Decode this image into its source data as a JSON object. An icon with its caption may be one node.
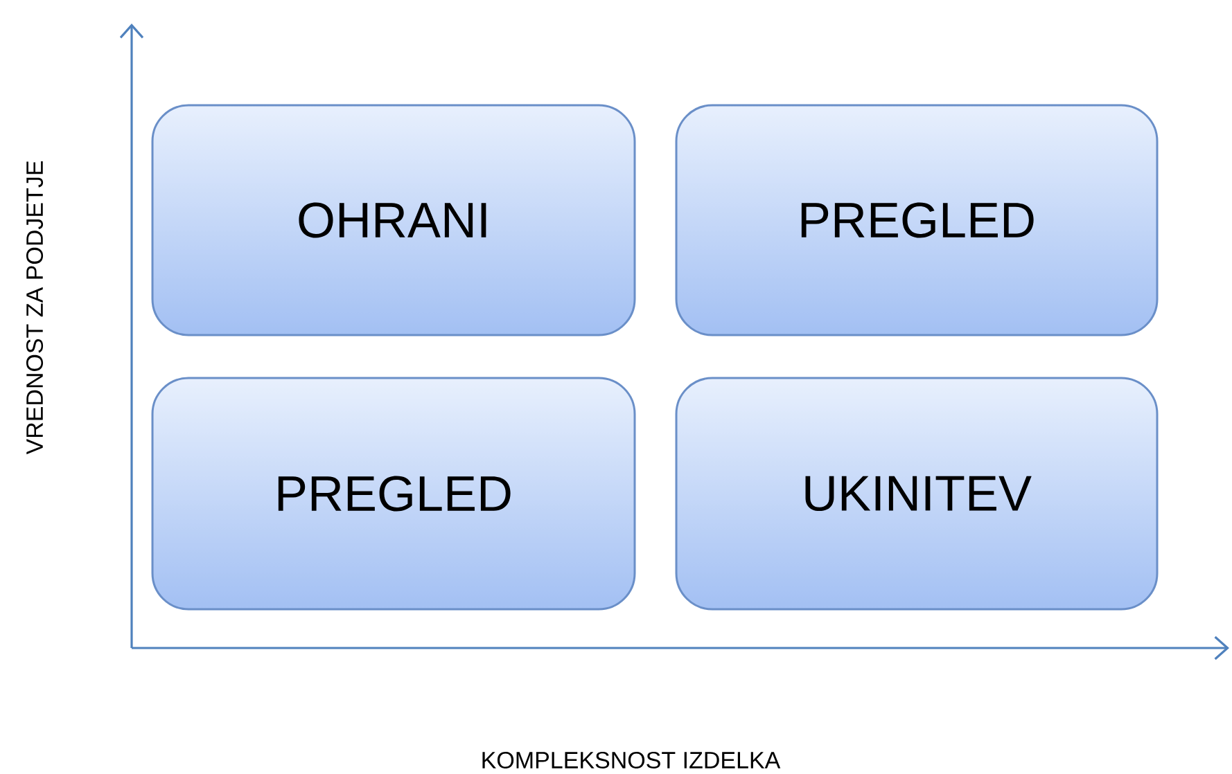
{
  "diagram": {
    "nodes": [
      {
        "text": [
          "OHRANI"
        ]
      },
      {
        "text": [
          "PREGLED"
        ]
      },
      {
        "text": [
          "PREGLED"
        ]
      },
      {
        "text": [
          "UKINITEV"
        ]
      }
    ],
    "edges": [],
    "labels": [
      "VREDNOST ZA PODJETJE",
      "KOMPLEKSNOST IZDELKA"
    ]
  }
}
